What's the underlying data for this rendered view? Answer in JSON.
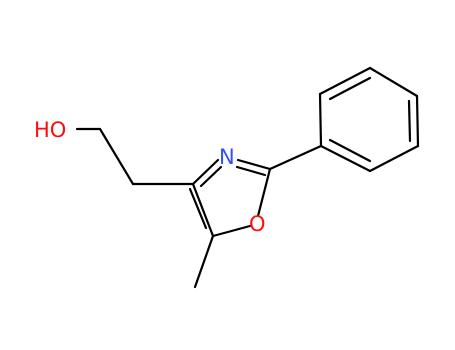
{
  "molecule": {
    "atoms": {
      "hydroxyl": {
        "text": "HO",
        "color": "#ff0d0d"
      },
      "nitrogen": {
        "text": "N",
        "color": "#3050f8"
      },
      "oxygen": {
        "text": "O",
        "color": "#ff0d0d"
      }
    },
    "bond_color": "#000000"
  }
}
